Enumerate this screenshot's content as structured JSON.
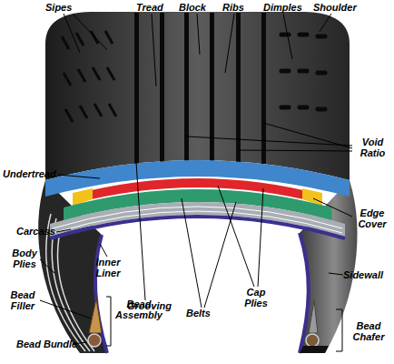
{
  "diagram": {
    "labels": [
      "Sipes",
      "Tread",
      "Block",
      "Ribs",
      "Dimples",
      "Shoulder",
      "Void Ratio",
      "Undertread",
      "Edge Cover",
      "Carcass",
      "Sidewall",
      "Body Plies",
      "Inner Liner",
      "Grooving",
      "Cap Plies",
      "Belts",
      "Bead Filler",
      "Bead Assembly",
      "Bead Bundle",
      "Bead Chafer"
    ]
  }
}
